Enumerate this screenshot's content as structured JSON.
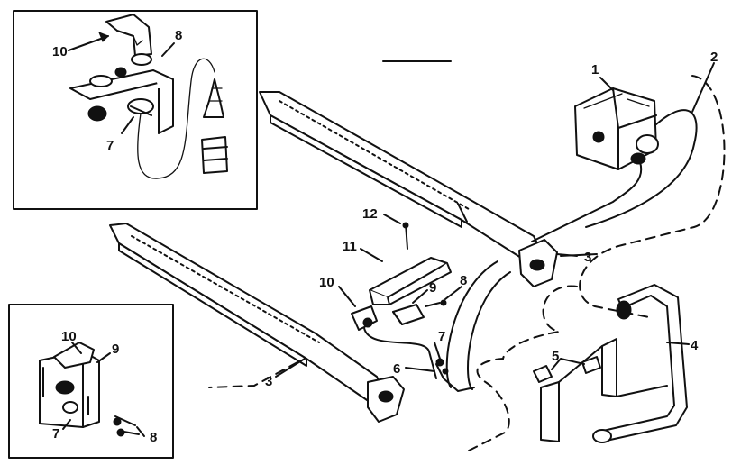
{
  "diagram": {
    "colors": {
      "ink": "#111111",
      "paper": "#ffffff"
    },
    "insets": [
      {
        "id": "top-left-inset",
        "callouts": [
          "10",
          "8",
          "7"
        ]
      },
      {
        "id": "bottom-left-inset",
        "callouts": [
          "10",
          "9",
          "7",
          "8"
        ]
      }
    ],
    "main_callouts": [
      "1",
      "2",
      "3",
      "3",
      "4",
      "5",
      "6",
      "7",
      "8",
      "9",
      "10",
      "11",
      "12"
    ],
    "labels": {
      "l1": "1",
      "l2": "2",
      "l3a": "3",
      "l3b": "3",
      "l4": "4",
      "l5": "5",
      "l6": "6",
      "l7_main": "7",
      "l8_main": "8",
      "l9_main": "9",
      "l10_main": "10",
      "l11": "11",
      "l12": "12",
      "inset1_10": "10",
      "inset1_8": "8",
      "inset1_7": "7",
      "inset2_10": "10",
      "inset2_9": "9",
      "inset2_7": "7",
      "inset2_8": "8"
    }
  }
}
